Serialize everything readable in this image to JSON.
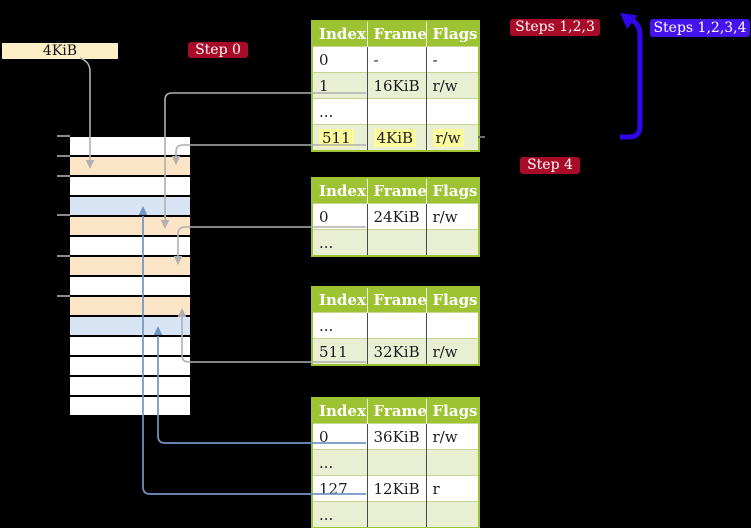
{
  "colors": {
    "background": "#000000",
    "table_header_bg": "#9dc333",
    "table_border": "#9dc333",
    "table_row_green": "#e9efd2",
    "row_separator": "#c4d693",
    "column_separator": "#4a4a4a",
    "highlight_yellow": "#fbfb9d",
    "badge_red": "#a80b28",
    "badge_blue": "#4513ec",
    "arrow_gray": "#b0b0b0",
    "arrow_blue_thin": "#7295c5",
    "arrow_blue_big": "#3106ec",
    "memory_white": "#ffffff",
    "memory_orange": "#fce4c7",
    "memory_blue": "#d8e4f3",
    "label_box_bg": "#fceec6"
  },
  "labels": {
    "page_size": "4KiB",
    "step0": "Step 0",
    "steps123": "Steps 1,2,3",
    "steps1234": "Steps 1,2,3,4",
    "step4": "Step 4"
  },
  "tables": {
    "headers": [
      "Index",
      "Frame",
      "Flags"
    ],
    "t1": {
      "rows": [
        [
          "0",
          "-",
          "-"
        ],
        [
          "1",
          "16KiB",
          "r/w"
        ],
        [
          "...",
          "",
          ""
        ],
        [
          "511",
          "4KiB",
          "r/w"
        ]
      ]
    },
    "t2": {
      "rows": [
        [
          "0",
          "24KiB",
          "r/w"
        ],
        [
          "...",
          "",
          ""
        ]
      ]
    },
    "t3": {
      "rows": [
        [
          "...",
          "",
          ""
        ],
        [
          "511",
          "32KiB",
          "r/w"
        ]
      ]
    },
    "t4": {
      "rows": [
        [
          "0",
          "36KiB",
          "r/w"
        ],
        [
          "...",
          "",
          ""
        ],
        [
          "127",
          "12KiB",
          "r"
        ],
        [
          "...",
          "",
          ""
        ]
      ]
    }
  },
  "memory_stack": {
    "row_colors": [
      "white",
      "orange",
      "white",
      "blue",
      "orange",
      "white",
      "orange",
      "white",
      "orange",
      "blue",
      "white",
      "white",
      "white",
      "white"
    ]
  }
}
